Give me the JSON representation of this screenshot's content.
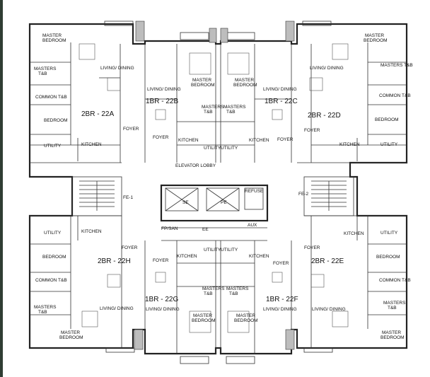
{
  "units": {
    "a": "2BR - 22A",
    "b": "1BR - 22B",
    "c": "1BR - 22C",
    "d": "2BR - 22D",
    "e": "2BR - 22E",
    "f": "1BR - 22F",
    "g": "1BR - 22G",
    "h": "2BR - 22H"
  },
  "rooms": {
    "master_bedroom": "MASTER BEDROOM",
    "master_bedroom_l1": "MASTER",
    "master_bedroom_l2": "BEDROOM",
    "masters_tb": "MASTERS T&B",
    "masters_l1": "MASTERS",
    "masters_l2": "T&B",
    "living_dining": "LIVING/ DINING",
    "common_tb": "COMMON T&B",
    "bedroom": "BEDROOM",
    "foyer": "FOYER",
    "utility": "UTILITY",
    "kitchen": "KITCHEN"
  },
  "core": {
    "elevator_lobby": "ELEVATOR LOBBY",
    "fe1": "FE-1",
    "fe2": "FE-2",
    "se": "SE",
    "pe": "PE",
    "refuse": "REFUSE",
    "fp_san": "FP/SAN",
    "ee": "EE",
    "aux": "AUX"
  },
  "colors": {
    "wall": "#222222",
    "edge_strip": "#2f3d33"
  }
}
